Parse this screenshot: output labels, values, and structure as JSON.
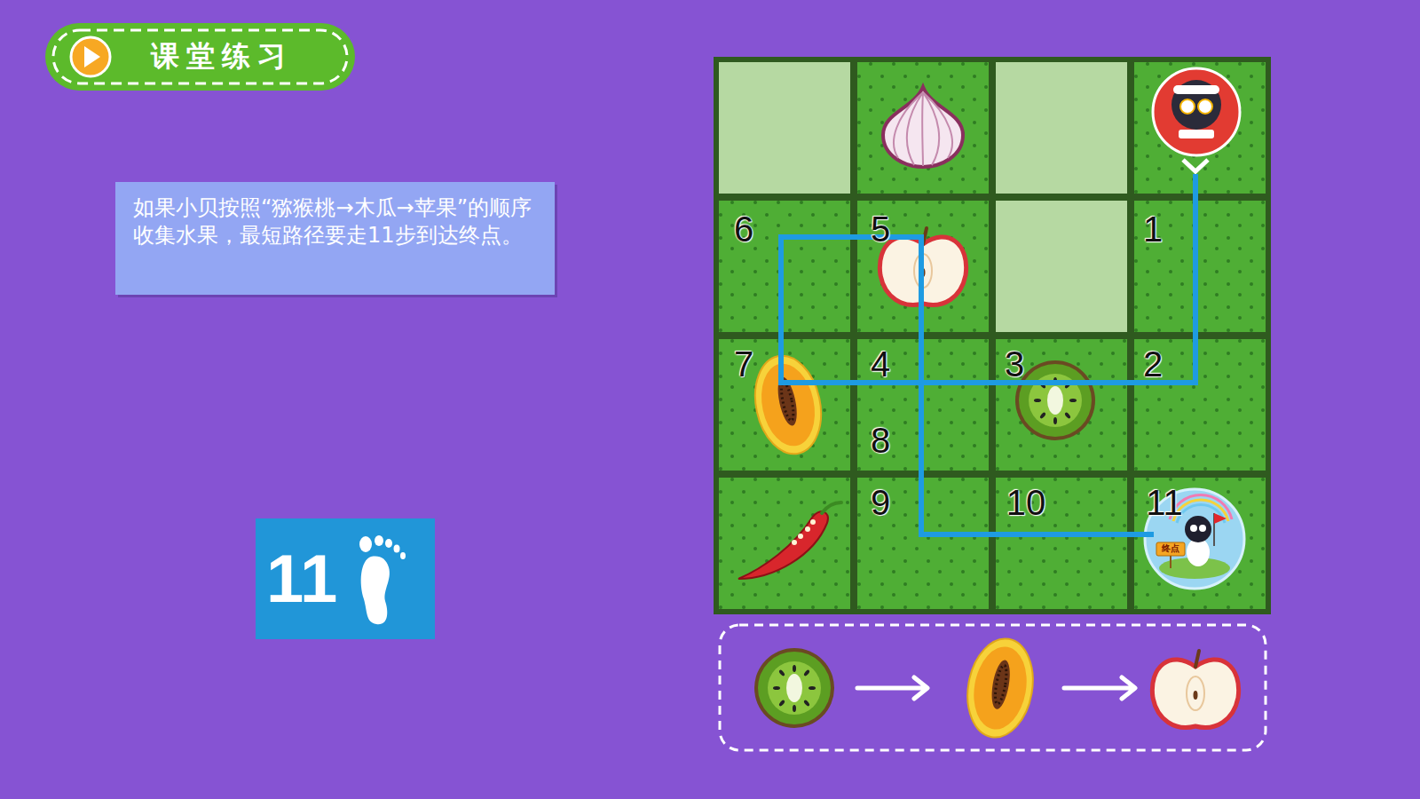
{
  "diagram": {
    "title": "课堂练习",
    "nodes": [
      {
        "text": [
          "如果小贝按照“猕猴桃→木瓜→苹果”的顺序收集水果，最短路径要走11步到达终点。"
        ]
      },
      {
        "text": [
          "11"
        ]
      }
    ],
    "labels": [
      "1",
      "2",
      "3",
      "4",
      "5",
      "6",
      "7",
      "8",
      "9",
      "10",
      "11",
      "终点"
    ]
  }
}
